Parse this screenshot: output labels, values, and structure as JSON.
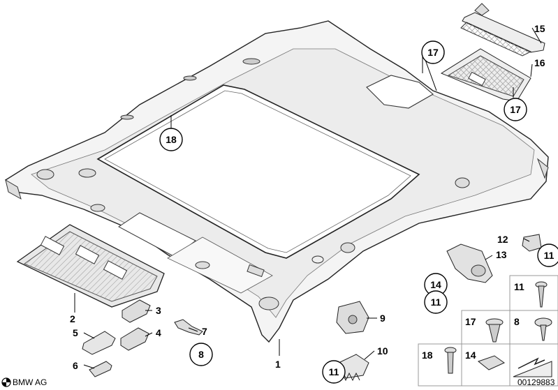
{
  "parts": [
    {
      "id": "p1",
      "text": "1"
    },
    {
      "id": "p2",
      "text": "2"
    },
    {
      "id": "p3",
      "text": "3"
    },
    {
      "id": "p4",
      "text": "4"
    },
    {
      "id": "p5",
      "text": "5"
    },
    {
      "id": "p6",
      "text": "6"
    },
    {
      "id": "p7",
      "text": "7"
    },
    {
      "id": "p9",
      "text": "9"
    },
    {
      "id": "p10",
      "text": "10"
    },
    {
      "id": "p12",
      "text": "12"
    },
    {
      "id": "p13",
      "text": "13"
    },
    {
      "id": "p15",
      "text": "15"
    },
    {
      "id": "p16",
      "text": "16"
    }
  ],
  "callouts": [
    {
      "id": "c18",
      "text": "18"
    },
    {
      "id": "c17a",
      "text": "17"
    },
    {
      "id": "c17b",
      "text": "17"
    },
    {
      "id": "c8",
      "text": "8"
    },
    {
      "id": "c11a",
      "text": "11"
    },
    {
      "id": "c11b",
      "text": "11"
    },
    {
      "id": "c11c",
      "text": "11"
    },
    {
      "id": "c14",
      "text": "14"
    }
  ],
  "grid": [
    {
      "id": "g11",
      "text": "11"
    },
    {
      "id": "g17",
      "text": "17"
    },
    {
      "id": "g8",
      "text": "8"
    },
    {
      "id": "g18",
      "text": "18"
    },
    {
      "id": "g14",
      "text": "14"
    }
  ],
  "footer": {
    "brand": "BMW AG",
    "code": "00129883"
  }
}
